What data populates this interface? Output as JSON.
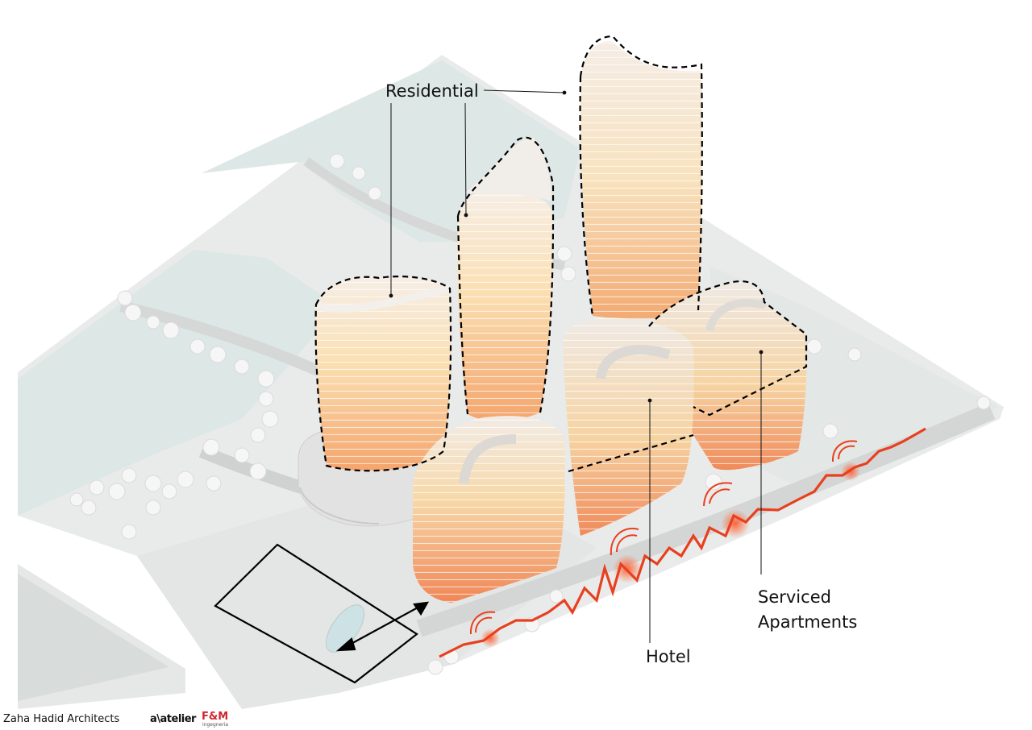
{
  "labels": {
    "residential": "Residential",
    "hotel": "Hotel",
    "serviced_line1": "Serviced",
    "serviced_line2": "Apartments"
  },
  "credits": {
    "zaha": "Zaha Hadid Architects",
    "atelier": "a\\atelier",
    "fm": "F&M",
    "fm_sub": "ingegneria"
  },
  "colors": {
    "ground": "#e9ebea",
    "lawn": "#dce6e4",
    "tower_top": "#fbe0b4",
    "tower_bottom": "#f3a36c",
    "podium_bottom": "#f28a58",
    "noise_line": "#e8401f",
    "outline": "#000000",
    "fm_red": "#d0272d"
  }
}
